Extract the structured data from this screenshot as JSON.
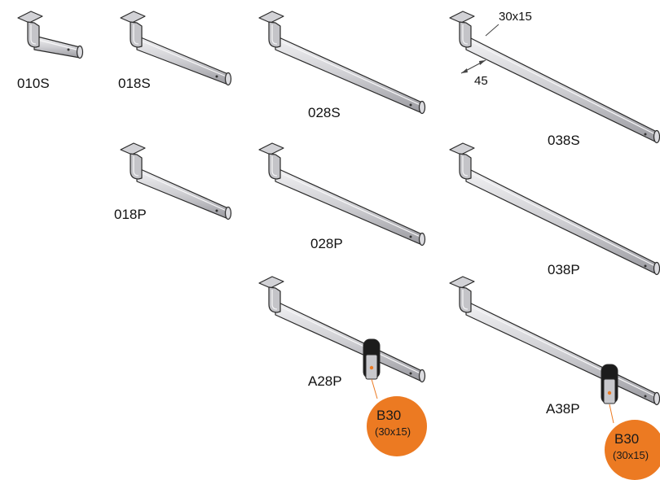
{
  "products": [
    {
      "code": "010S"
    },
    {
      "code": "018S"
    },
    {
      "code": "028S"
    },
    {
      "code": "038S"
    },
    {
      "code": "018P"
    },
    {
      "code": "028P"
    },
    {
      "code": "038P"
    },
    {
      "code": "A28P"
    },
    {
      "code": "A38P"
    }
  ],
  "dimensions": {
    "section": "30x15",
    "depth": "45"
  },
  "badges": [
    {
      "code": "B30",
      "size": "(30x15)",
      "color": "#ec7a22"
    },
    {
      "code": "B30",
      "size": "(30x15)",
      "color": "#ec7a22"
    }
  ],
  "colors": {
    "metal_light": "#e4e4e6",
    "metal_mid": "#b9b9bd",
    "metal_dark": "#8a8a90",
    "outline": "#2a2a2a",
    "badge": "#ec7a22"
  }
}
